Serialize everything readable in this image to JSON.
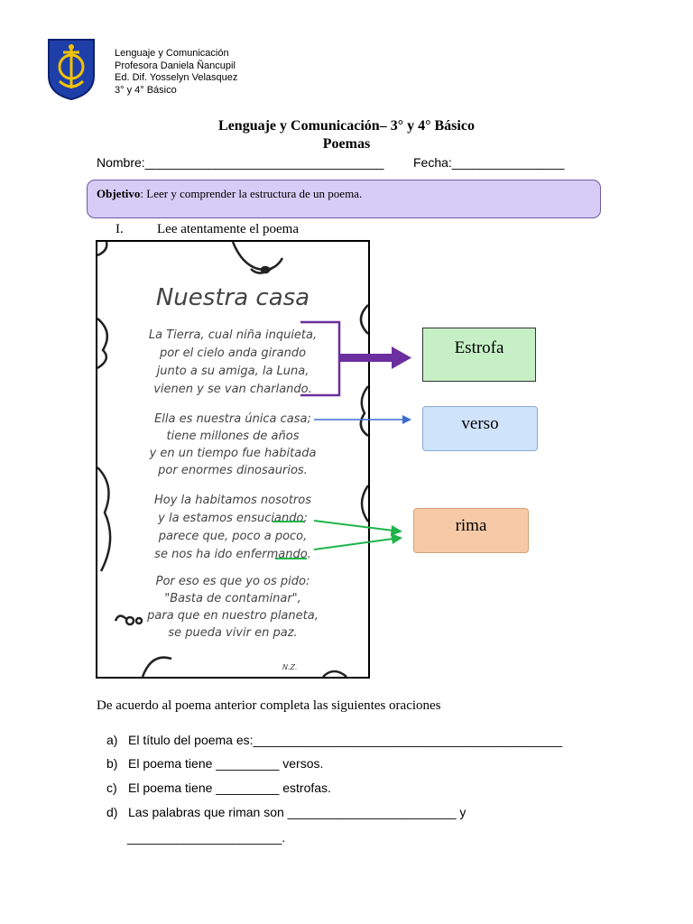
{
  "header": {
    "lines": [
      "Lenguaje y Comunicación",
      "Profesora Daniela Ñancupil",
      "Ed. Dif. Yosselyn Velasquez",
      "3° y 4° Básico"
    ],
    "title": "Lenguaje y Comunicación– 3° y 4° Básico",
    "subtitle": "Poemas",
    "nombre": "Nombre:__________________________________",
    "fecha": "Fecha:________________"
  },
  "objective": {
    "label": "Objetivo",
    "text": ": Leer y comprender la estructura de un poema."
  },
  "section_i": {
    "number": "I.",
    "text": "Lee atentamente el poema"
  },
  "poem": {
    "title": "Nuestra casa",
    "stanzas": [
      [
        "La Tierra, cual niña inquieta,",
        "por el cielo anda girando",
        "junto a su amiga, la Luna,",
        "vienen y se van charlando."
      ],
      [
        "Ella es nuestra única casa;",
        "tiene millones de años",
        "y en un tiempo fue habitada",
        "por enormes dinosaurios."
      ],
      [
        "Hoy la habitamos nosotros",
        "y la estamos ensuciando;",
        "parece que, poco a poco,",
        "se nos ha ido enfermando."
      ],
      [
        "Por eso es que yo os pido:",
        "\"Basta de contaminar\",",
        "para que en nuestro planeta,",
        "se pueda vivir en paz."
      ]
    ],
    "signature": "N.Z."
  },
  "labels": {
    "estrofa": "Estrofa",
    "verso": "verso",
    "rima": "rima"
  },
  "colors": {
    "estrofa_arrow": "#6b2fa0",
    "verso_arrow": "#3e6ccf",
    "rima_arrow": "#1fb44a"
  },
  "questions": {
    "intro": "De acuerdo al poema anterior completa las siguientes oraciones",
    "items": [
      {
        "letter": "a)",
        "text": "El título del poema es:____________________________________________"
      },
      {
        "letter": "b)",
        "text": "El poema tiene _________ versos."
      },
      {
        "letter": "c)",
        "text": "El poema tiene _________ estrofas."
      },
      {
        "letter": "d)",
        "text": "Las palabras que riman son ________________________ y"
      }
    ],
    "continuation": "______________________."
  }
}
